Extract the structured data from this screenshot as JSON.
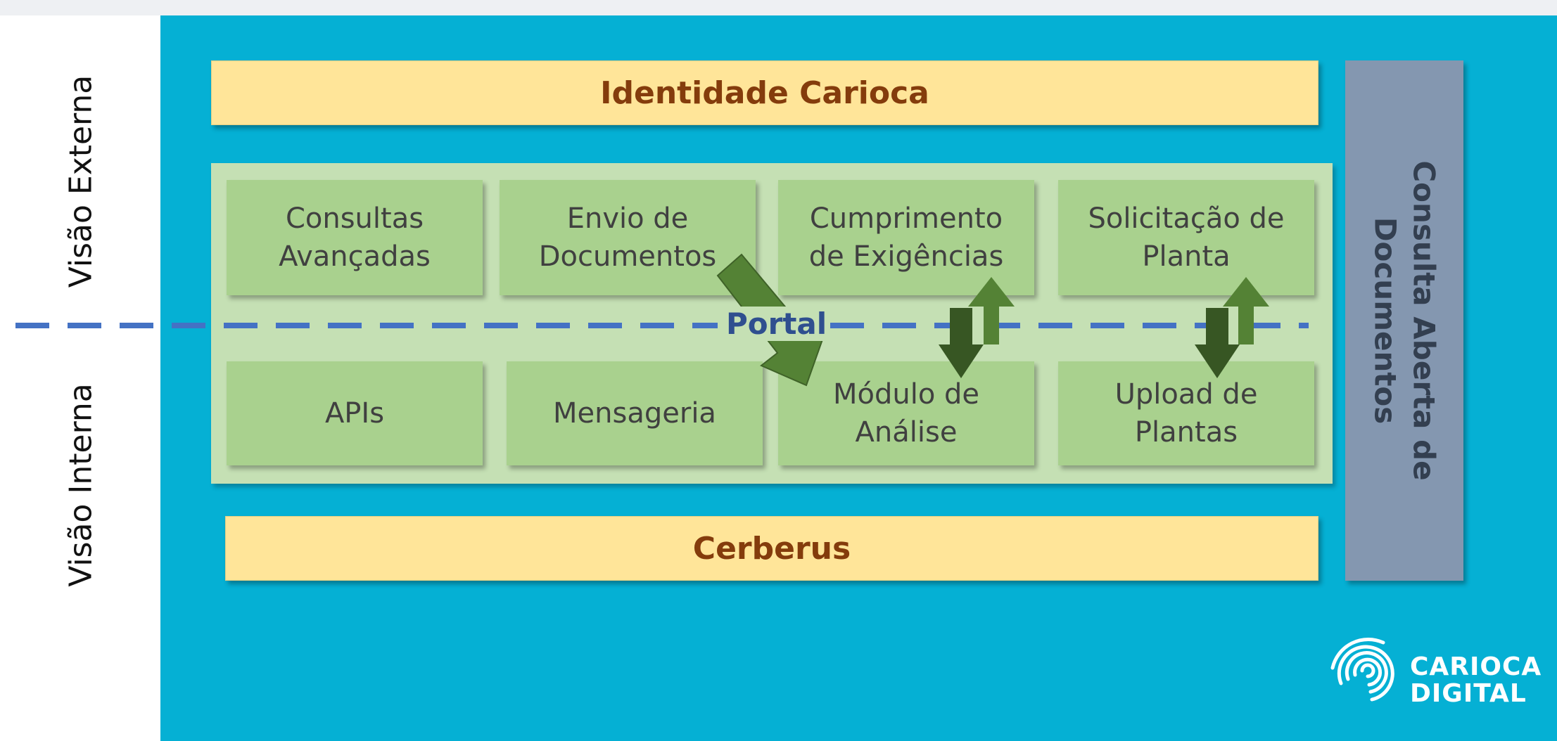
{
  "side_labels": {
    "external": "Visão Externa",
    "internal": "Visão Interna"
  },
  "top_bar": "Identidade Carioca",
  "bottom_bar": "Cerberus",
  "portal_label": "Portal",
  "top_boxes": [
    {
      "label": "Consultas\nAvançadas"
    },
    {
      "label": "Envio de\nDocumentos"
    },
    {
      "label": "Cumprimento\nde Exigências"
    },
    {
      "label": "Solicitação de\nPlanta"
    }
  ],
  "bottom_boxes": [
    {
      "label": "APIs"
    },
    {
      "label": "Mensageria"
    },
    {
      "label": "Módulo de\nAnálise"
    },
    {
      "label": "Upload de\nPlantas"
    }
  ],
  "side_bar": "Consulta Aberta de\nDocumentos",
  "logo": {
    "line1": "CARIOCA",
    "line2": "DIGITAL"
  },
  "colors": {
    "background": "#05b0d4",
    "yellow_bar": "#ffe599",
    "yellow_text": "#843c0c",
    "portal_bg": "#c5e0b4",
    "module_box": "#a9d18e",
    "side_bar": "#8497b0",
    "dashed_line": "#4472c4",
    "arrow_light": "#548235",
    "arrow_dark": "#375623"
  }
}
